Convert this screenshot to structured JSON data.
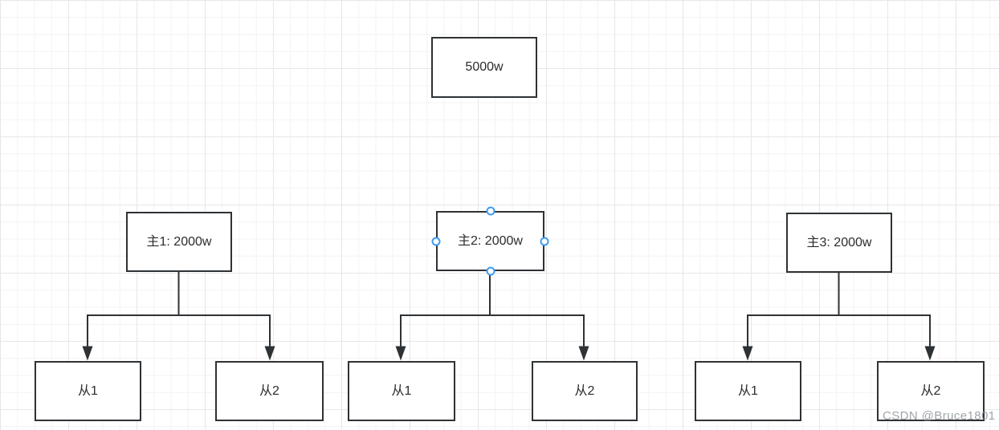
{
  "diagram": {
    "root": {
      "label": "5000w"
    },
    "groups": [
      {
        "master": {
          "label": "主1: 2000w",
          "selected": false
        },
        "slaves": [
          {
            "label": "从1"
          },
          {
            "label": "从2"
          }
        ]
      },
      {
        "master": {
          "label": "主2: 2000w",
          "selected": true
        },
        "slaves": [
          {
            "label": "从1"
          },
          {
            "label": "从2"
          }
        ]
      },
      {
        "master": {
          "label": "主3: 2000w",
          "selected": false
        },
        "slaves": [
          {
            "label": "从1"
          },
          {
            "label": "从2"
          }
        ]
      }
    ],
    "selected_node_label": "主2: 2000w"
  },
  "watermark": {
    "text": "CSDN @Bruce1801"
  },
  "colors": {
    "shape_stroke": "#2e3235",
    "shape_fill": "#ffffff",
    "selection_handle": "#3d9bf0",
    "grid_minor": "#f3f3f4",
    "grid_major": "#e7e7e9",
    "watermark": "#878e95",
    "canvas_background": "#ffffff"
  }
}
